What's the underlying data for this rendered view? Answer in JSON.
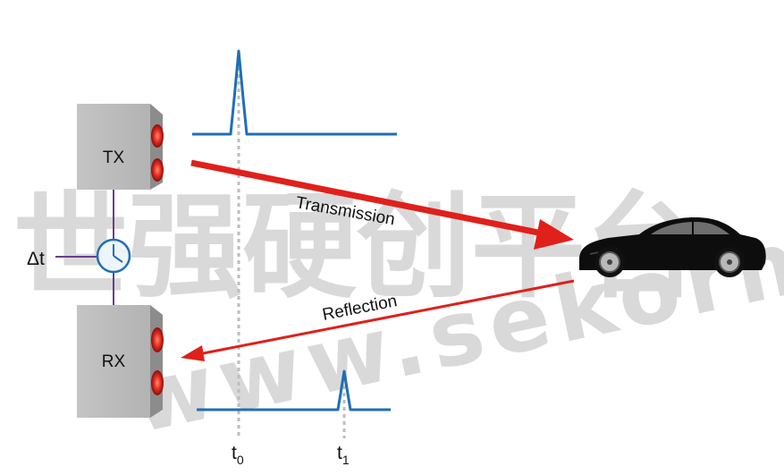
{
  "labels": {
    "tx": "TX",
    "rx": "RX",
    "delta_t": "Δt",
    "transmission": "Transmission",
    "reflection": "Reflection",
    "t0": "t",
    "t0_sub": "0",
    "t1": "t",
    "t1_sub": "1"
  },
  "watermark": {
    "line1": "世强硬创平台",
    "line2": "www.sekorm.com"
  },
  "colors": {
    "pulse": "#1f6fb5",
    "arrow": "#e0201b",
    "box": "#bdbdbd",
    "box_side": "#8c8c8c",
    "lamp": "#e02a1f",
    "connector": "#6a3d8f",
    "clock": "#1f6fb5"
  }
}
